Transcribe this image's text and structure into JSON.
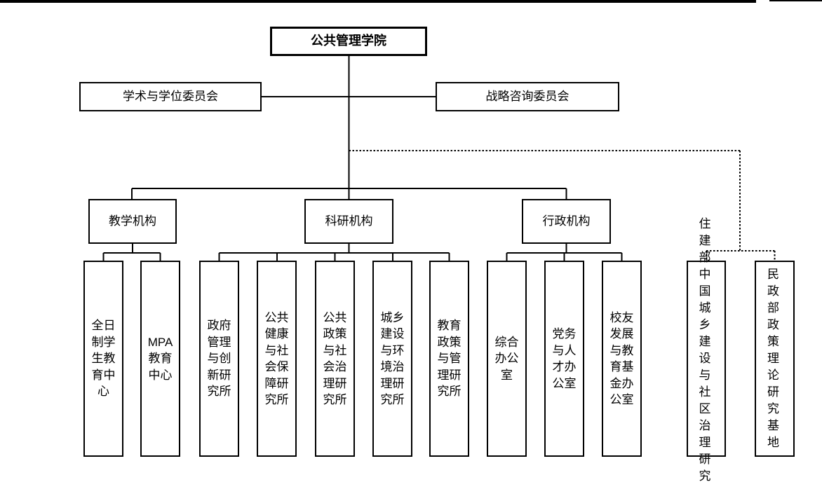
{
  "page": {
    "background": "#ffffff",
    "line_color": "#000000",
    "box_border_color": "#000000"
  },
  "chart": {
    "root": {
      "label": "公共管理学院"
    },
    "committees": [
      {
        "label": "学术与学位委员会"
      },
      {
        "label": "战略咨询委员会"
      }
    ],
    "branches": [
      {
        "label": "教学机构",
        "children": [
          {
            "label": "全日\n制学\n生教\n育中\n心"
          },
          {
            "label": "MPA\n教育\n中心"
          }
        ]
      },
      {
        "label": "科研机构",
        "children": [
          {
            "label": "政府\n管理\n与创\n新研\n究所"
          },
          {
            "label": "公共\n健康\n与社\n会保\n障研\n究所"
          },
          {
            "label": "公共\n政策\n与社\n会治\n理研\n究所"
          },
          {
            "label": "城乡\n建设\n与环\n境治\n理研\n究所"
          },
          {
            "label": "教育\n政策\n与管\n理研\n究所"
          }
        ]
      },
      {
        "label": "行政机构",
        "children": [
          {
            "label": "综合\n办公\n室"
          },
          {
            "label": "党务\n与人\n才办\n公室"
          },
          {
            "label": "校友\n发展\n与教\n育基\n金办\n公室"
          }
        ]
      }
    ],
    "affiliates": [
      {
        "label": "住建\n部中\n国城\n乡建\n设与\n社区\n治理\n研究\n院"
      },
      {
        "label": "民政\n部政\n策理\n论研\n究基\n地"
      }
    ]
  }
}
